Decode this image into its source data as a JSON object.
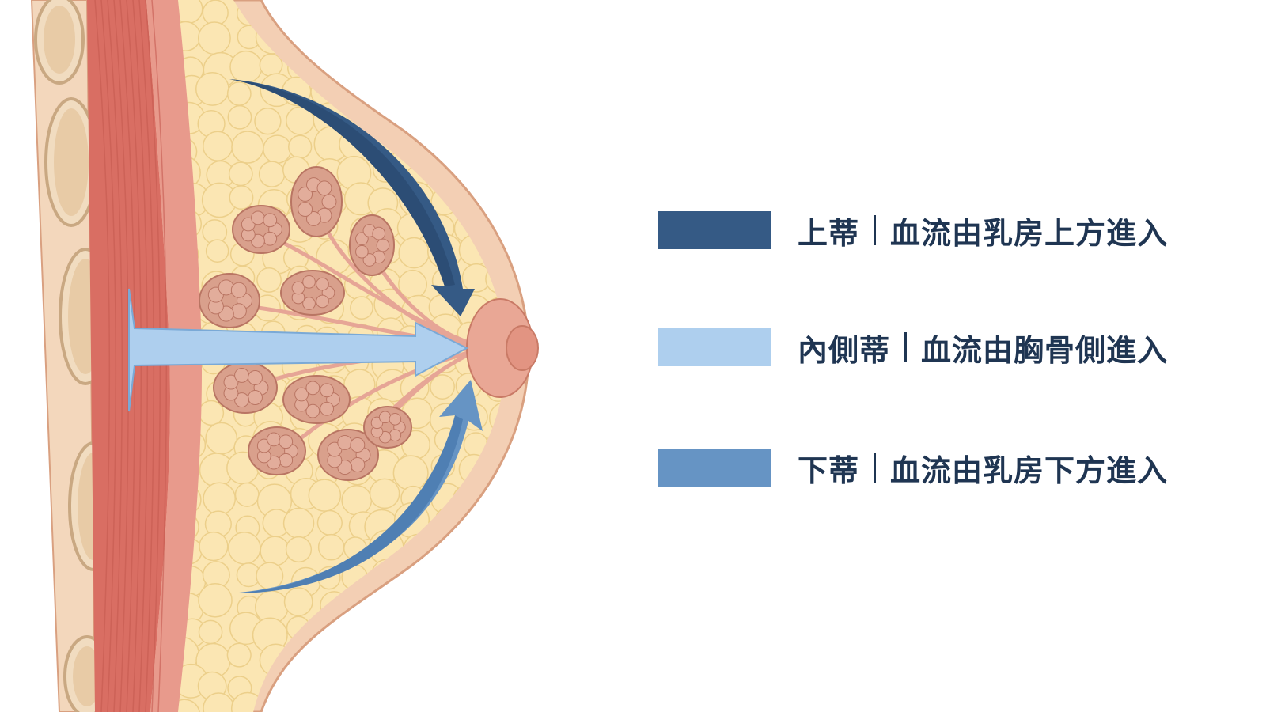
{
  "colors": {
    "background": "#ffffff",
    "text": "#1f3552",
    "skin": "#f3cfb4",
    "skin_outline": "#d9a080",
    "fat": "#fbe6b3",
    "fat_outline": "#eccf8a",
    "muscle": "#d96e63",
    "muscle_light": "#e89a8c",
    "rib": "#f1dcc0",
    "rib_outline": "#c9a882",
    "gland": "#d9a08c",
    "gland_outline": "#b97563",
    "nipple": "#e29482"
  },
  "legend": [
    {
      "name": "上蒂",
      "desc": "血流由乳房上方進入",
      "color": "#355a85"
    },
    {
      "name": "內側蒂",
      "desc": "血流由胸骨側進入",
      "color": "#aecfee"
    },
    {
      "name": "下蒂",
      "desc": "血流由乳房下方進入",
      "color": "#6694c4"
    }
  ]
}
